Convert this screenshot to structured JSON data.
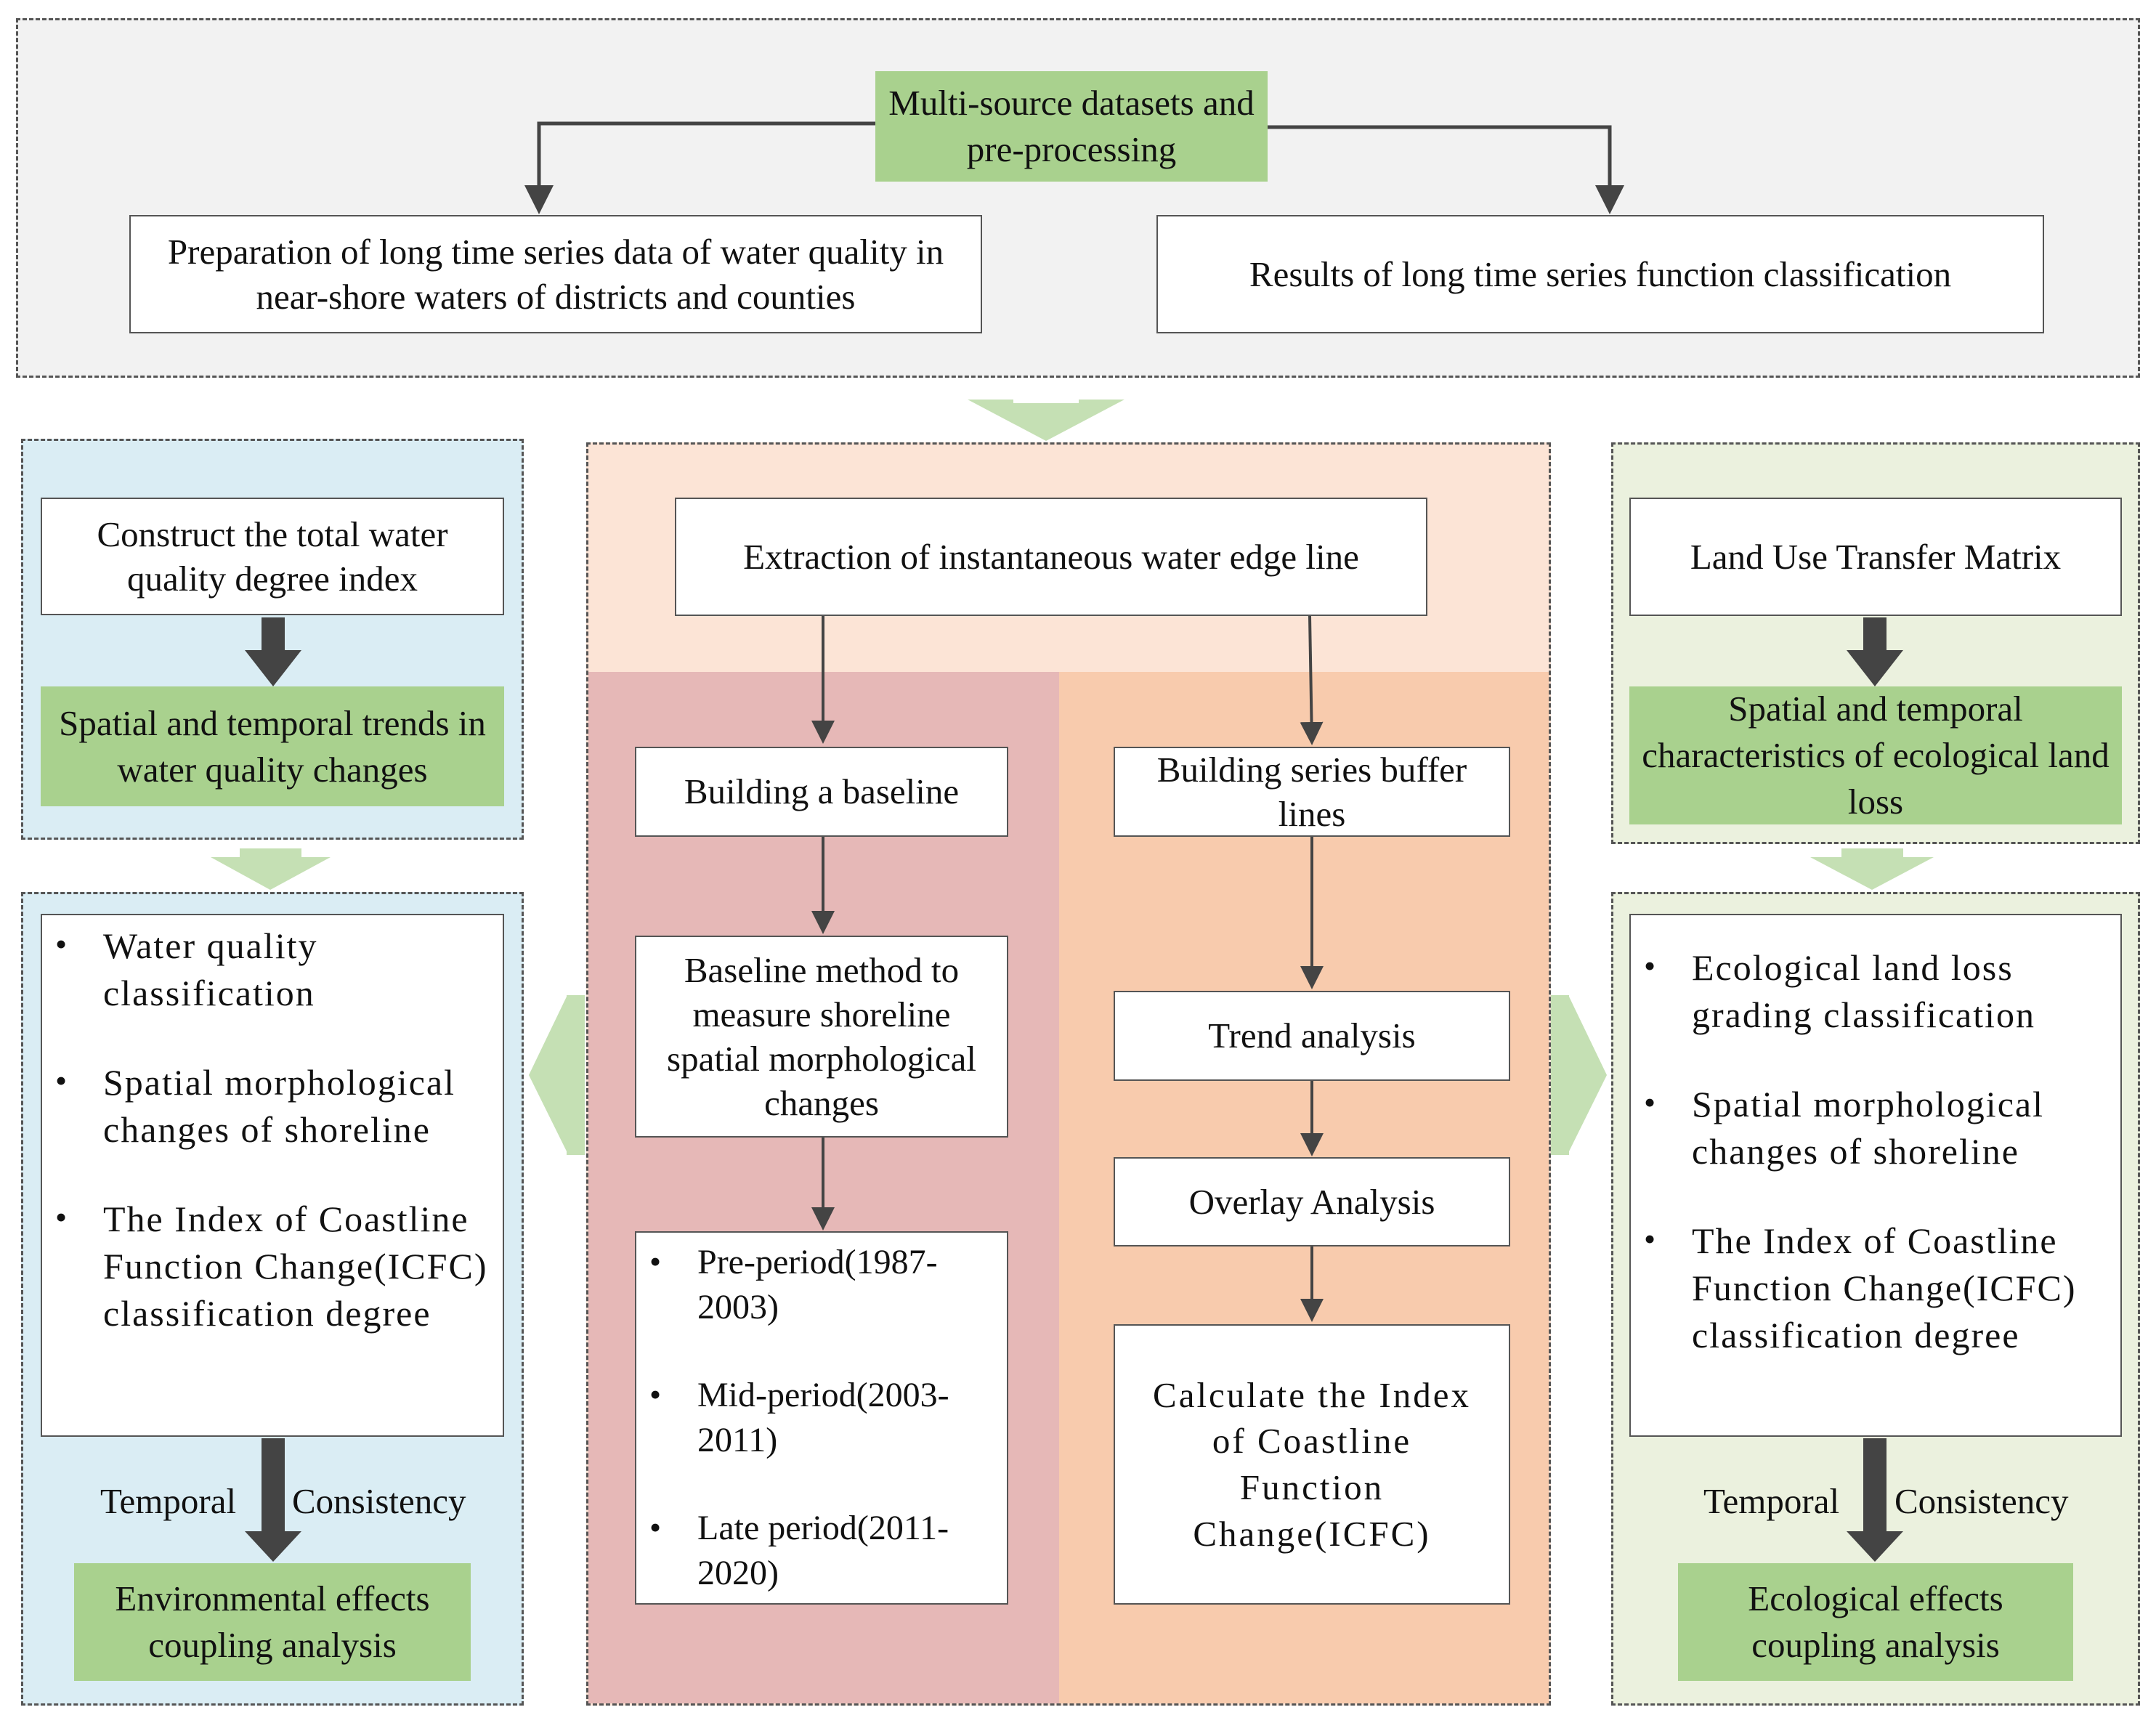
{
  "top": {
    "source": "Multi-source datasets and pre-processing",
    "left": "Preparation of long time series data of water quality in near-shore waters of districts and counties",
    "right": "Results of long time series function classification"
  },
  "left": {
    "construct": "Construct the total water quality degree index",
    "trends": "Spatial and temporal trends in water quality changes",
    "items": [
      "Water quality classification",
      "Spatial morphological changes of shoreline",
      "The Index of Coastline Function Change(ICFC) classification degree"
    ],
    "temporal": "Temporal",
    "consistency": "Consistency",
    "effects": "Environmental effects coupling analysis"
  },
  "center": {
    "extraction": "Extraction of instantaneous water edge line",
    "baseline": "Building a baseline",
    "method": "Baseline method to measure shoreline spatial morphological changes",
    "periods": [
      "Pre-period(1987-2003)",
      "Mid-period(2003-2011)",
      "Late period(2011-2020)"
    ],
    "buffer": "Building series buffer lines",
    "trend": "Trend analysis",
    "overlay": "Overlay Analysis",
    "calculate": "Calculate the Index of Coastline Function Change(ICFC)"
  },
  "right": {
    "matrix": "Land Use Transfer Matrix",
    "loss": "Spatial and temporal characteristics of ecological land loss",
    "items": [
      "Ecological land loss grading classification",
      "Spatial morphological changes of shoreline",
      "The Index of Coastline Function Change(ICFC) classification degree"
    ],
    "temporal": "Temporal",
    "consistency": "Consistency",
    "effects": "Ecological effects coupling analysis"
  },
  "colors": {
    "top_panel": "#f2f2f2",
    "left_panel": "#daedf4",
    "right_panel": "#ebf1de",
    "center_top": "#fce4d6",
    "center_left": "#e6b8b7",
    "center_right": "#f8cbad",
    "green_box": "#a9d18e",
    "green_arrow": "#c5e0b4",
    "arrow_dark": "#444444"
  }
}
